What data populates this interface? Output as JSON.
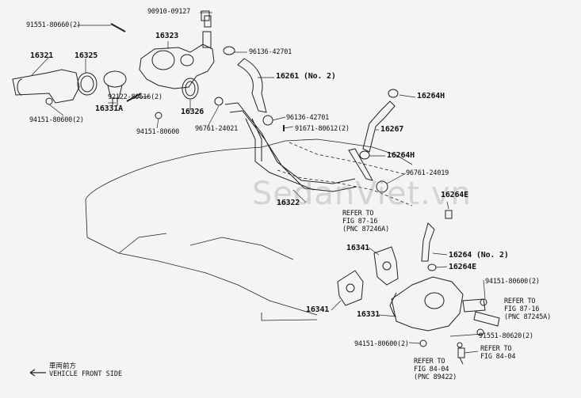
{
  "watermark": "SedanViet.vn",
  "parts": {
    "p90910": "90910-09127",
    "p91551a": "91551-80660(2)",
    "p16323": "16323",
    "p16321": "16321",
    "p16325": "16325",
    "p96136a": "96136-42701",
    "p16261": "16261 (No. 2)",
    "p92122": "92122-80616(2)",
    "p16331a": "16331A",
    "p94151a": "94151-80600(2)",
    "p16326": "16326",
    "p94151b": "94151-80600",
    "p96761a": "96761-24021",
    "p16264h1": "16264H",
    "p96136b": "96136-42701",
    "p91671": "91671-80612(2)",
    "p16267": "16267",
    "p16264h2": "16264H",
    "p96761b": "96761-24019",
    "p16264e1": "16264E",
    "p16322": "16322",
    "p16264n2": "16264 (No. 2)",
    "p16264e2": "16264E",
    "p16341a": "16341",
    "p16341b": "16341",
    "p94151c": "94151-80600(2)",
    "p16331": "16331",
    "p91551b": "91551-80620(2)",
    "p94151d": "94151-80600(2)"
  },
  "refs": {
    "r1": [
      "REFER TO",
      "FIG 87-16",
      "(PNC 87246A)"
    ],
    "r2": [
      "REFER TO",
      "FIG 87-16",
      "(PNC 87245A)"
    ],
    "r3": [
      "REFER TO",
      "FIG 84-04"
    ],
    "r4": [
      "REFER TO",
      "FIG 84-04",
      "(PNC 89422)"
    ]
  },
  "front_label": {
    "jp": "車両前方",
    "en": "VEHICLE FRONT SIDE"
  }
}
